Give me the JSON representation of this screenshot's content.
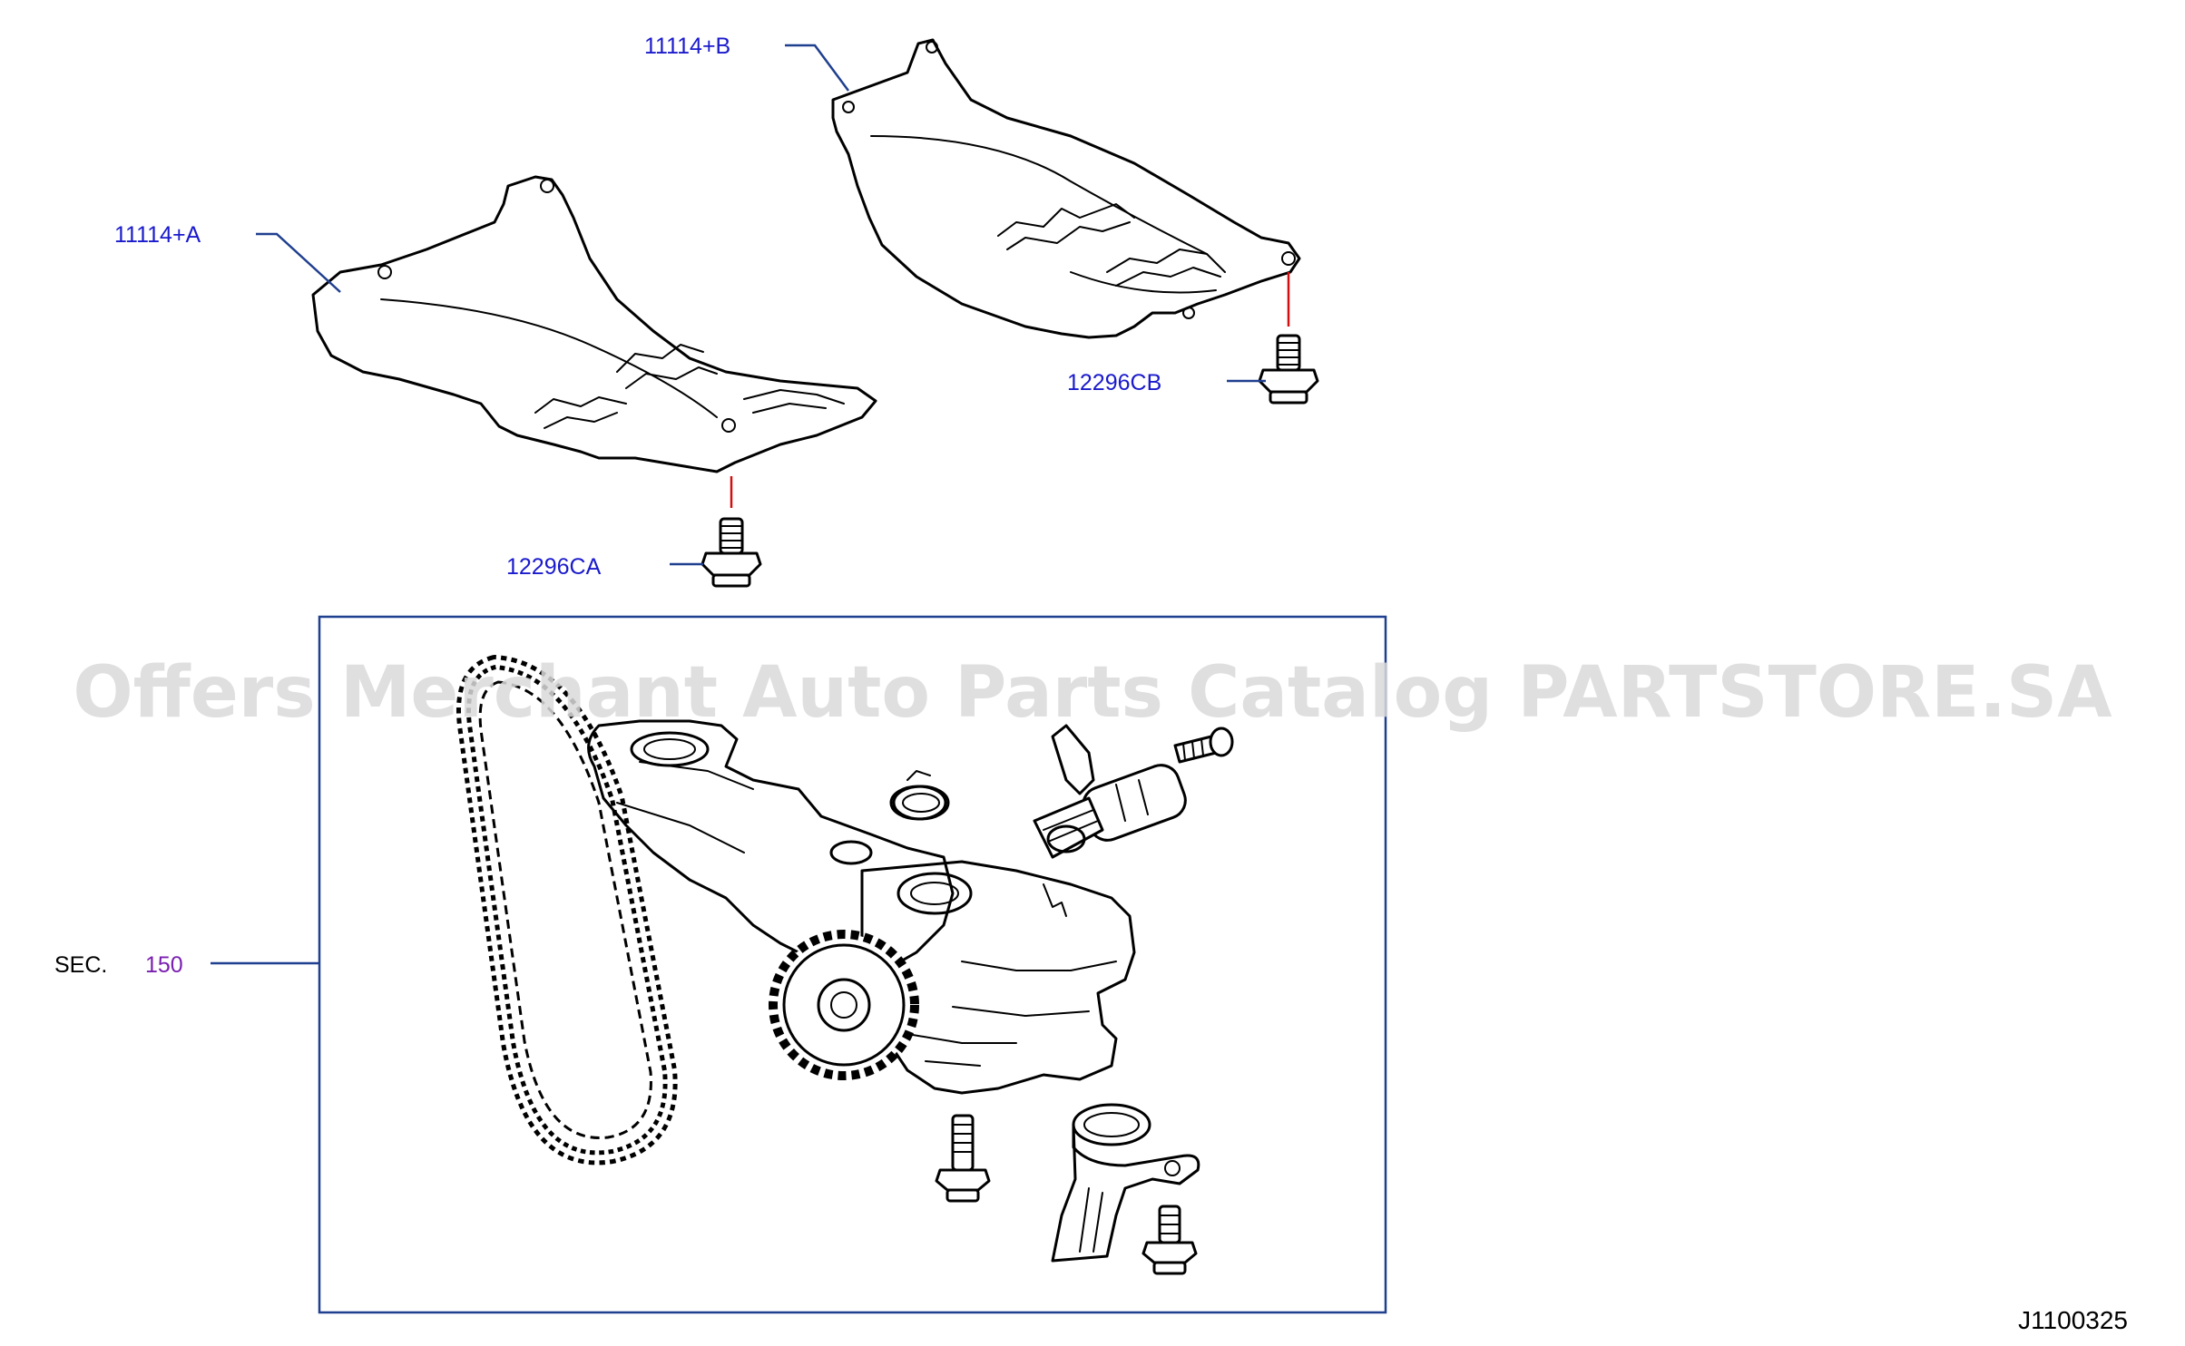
{
  "callouts": {
    "cover_b": "11114+B",
    "cover_a": "11114+A",
    "bolt_cb": "12296CB",
    "bolt_ca": "12296CA"
  },
  "section": {
    "prefix": "SEC.",
    "number": "150"
  },
  "diagram_code": "J1100325",
  "watermark": "Offers Merchant Auto Parts Catalog PARTSTORE.SA",
  "colors": {
    "callout_text": "#1a1acc",
    "leader_line": "#1f3f8f",
    "fastener_line": "#d01010",
    "section_number": "#7a1fb0",
    "frame": "#1f3f8f"
  }
}
